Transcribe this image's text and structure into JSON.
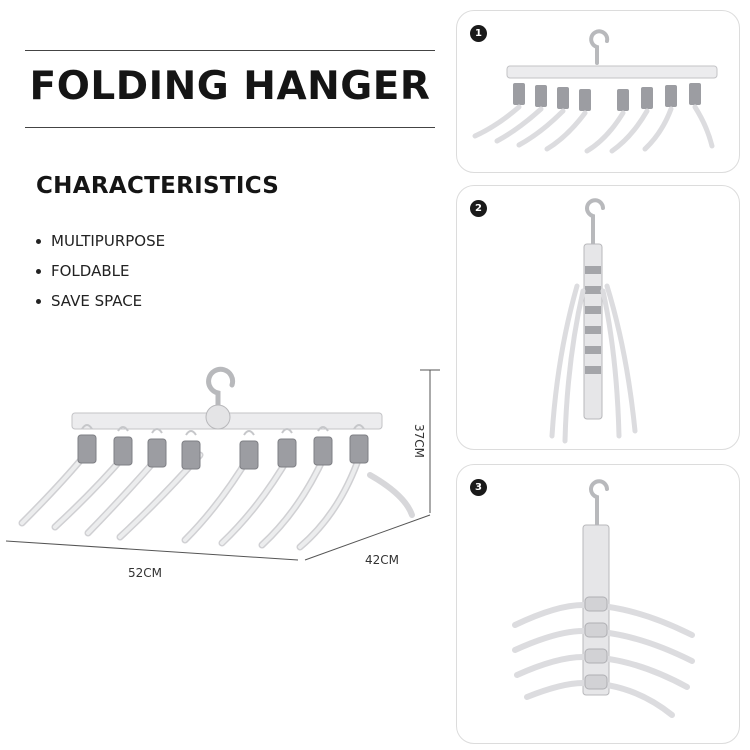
{
  "title": "FOLDING HANGER",
  "characteristics": {
    "heading": "CHARACTERISTICS",
    "items": [
      "MULTIPURPOSE",
      "FOLDABLE",
      "SAVE SPACE"
    ]
  },
  "dimensions": {
    "width": "52CM",
    "depth": "42CM",
    "height": "37CM"
  },
  "steps": [
    "1",
    "2",
    "3"
  ],
  "colors": {
    "hanger": "#e3e3e5",
    "clip": "#9c9da2",
    "text": "#151515"
  }
}
